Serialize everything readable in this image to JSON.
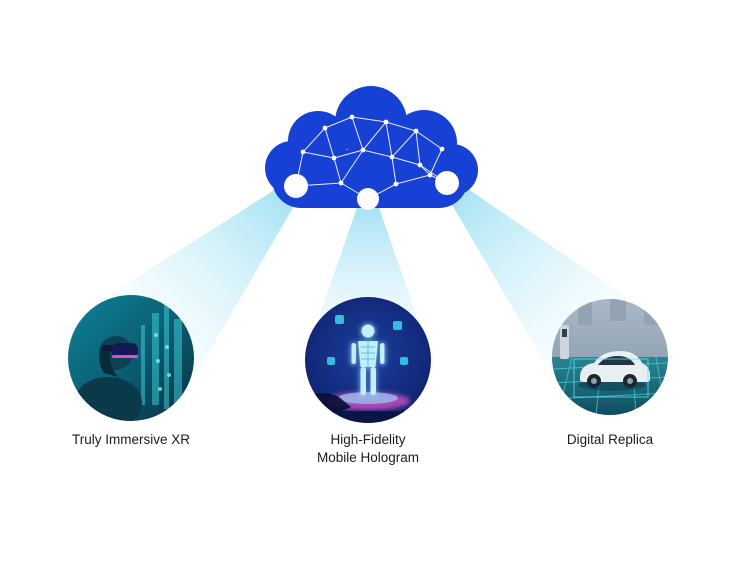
{
  "diagram": {
    "cloud": {
      "icon": "cloud-network-icon",
      "fill": "#1740d4",
      "node_color": "#ffffff"
    },
    "beams": {
      "color": "#9adef2"
    },
    "items": [
      {
        "id": "truly-immersive-xr",
        "label": "Truly Immersive XR"
      },
      {
        "id": "high-fidelity-mobile-hologram",
        "lines": [
          "High-Fidelity",
          "Mobile Hologram"
        ]
      },
      {
        "id": "digital-replica",
        "label": "Digital Replica"
      }
    ],
    "label_color": "#1b1b1d"
  }
}
